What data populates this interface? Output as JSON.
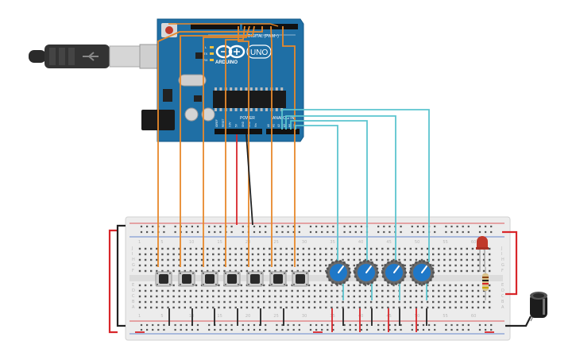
{
  "arduino": {
    "brand": "ARDUINO",
    "model": "UNO",
    "digital_label": "DIGITAL (PWM~)",
    "power_label": "POWER",
    "analog_label": "ANALOG IN",
    "led_labels": [
      "L",
      "TX",
      "RX"
    ],
    "power_pins": [
      "IOREF",
      "RESET",
      "3.3V",
      "5V",
      "GND",
      "GND",
      "Vin"
    ],
    "analog_pins": [
      "A0",
      "A1",
      "A2",
      "A3",
      "A4",
      "A5"
    ],
    "board_color": "#1f6fa5"
  },
  "breadboard": {
    "column_numbers": [
      "1",
      "5",
      "10",
      "15",
      "20",
      "25",
      "30",
      "35",
      "40",
      "45",
      "50",
      "55",
      "60"
    ],
    "row_letters_top": [
      "J",
      "I",
      "H",
      "G",
      "F"
    ],
    "row_letters_bottom": [
      "E",
      "D",
      "C",
      "B",
      "A"
    ]
  },
  "components": {
    "pushbuttons": 7,
    "potentiometers": 4,
    "led_color": "#c0392b",
    "resistor": true,
    "buzzer": true
  },
  "colors": {
    "wire_orange": "#e8892b",
    "wire_cyan": "#5cc5cf",
    "wire_red": "#d8262a",
    "wire_black": "#222222",
    "knob_blue": "#1f78c8"
  }
}
